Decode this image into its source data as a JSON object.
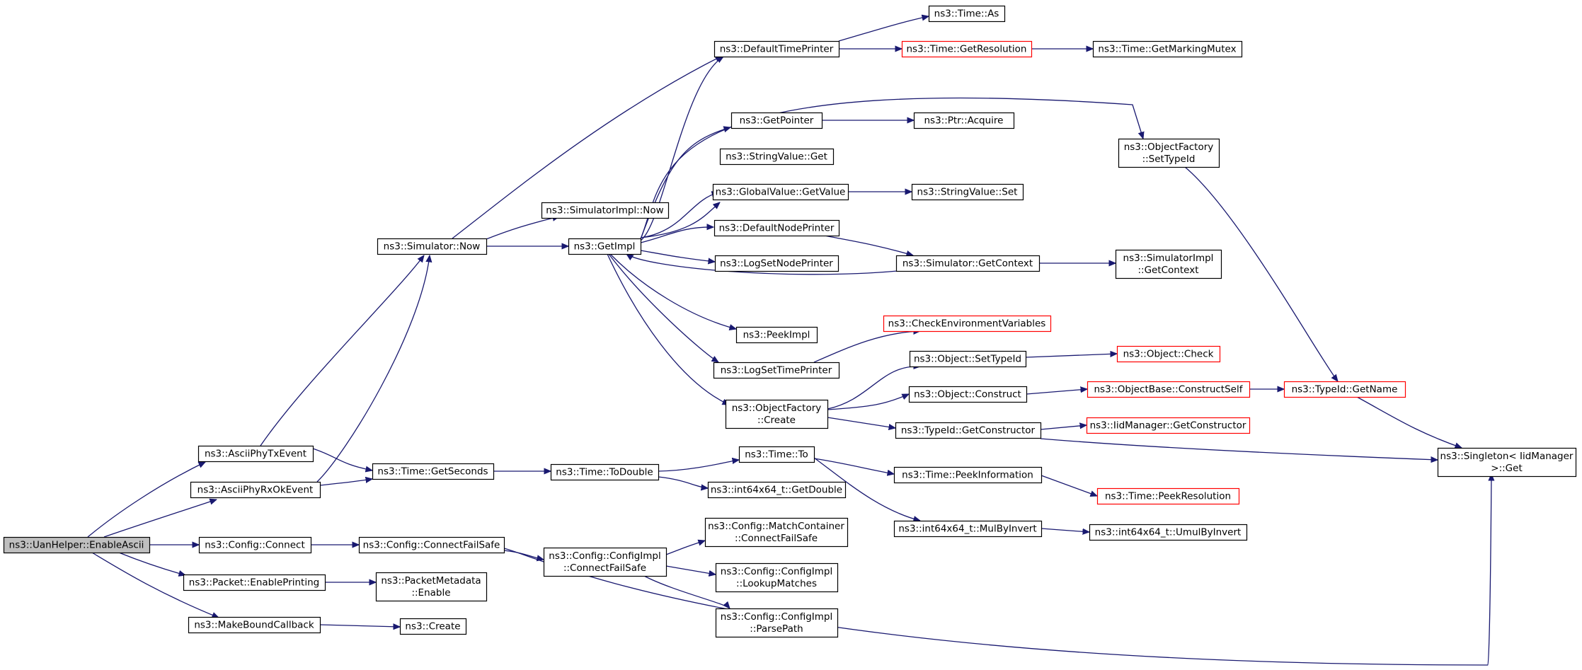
{
  "colors": {
    "edge": "#191970",
    "node_border": "#000000",
    "truncated_border": "#ff0000",
    "root_fill": "#bfbfbf",
    "node_fill": "#ffffff",
    "background": "#ffffff"
  },
  "nodes": [
    {
      "id": "enableascii",
      "lines": [
        "ns3::UanHelper::EnableAscii"
      ],
      "style": "root"
    },
    {
      "id": "asciiphytx",
      "lines": [
        "ns3::AsciiPhyTxEvent"
      ],
      "style": "normal"
    },
    {
      "id": "asciiphyrx",
      "lines": [
        "ns3::AsciiPhyRxOkEvent"
      ],
      "style": "normal"
    },
    {
      "id": "configconnect",
      "lines": [
        "ns3::Config::Connect"
      ],
      "style": "normal"
    },
    {
      "id": "packetenable",
      "lines": [
        "ns3::Packet::EnablePrinting"
      ],
      "style": "normal"
    },
    {
      "id": "makebound",
      "lines": [
        "ns3::MakeBoundCallback"
      ],
      "style": "normal"
    },
    {
      "id": "simnow",
      "lines": [
        "ns3::Simulator::Now"
      ],
      "style": "normal"
    },
    {
      "id": "timegetseconds",
      "lines": [
        "ns3::Time::GetSeconds"
      ],
      "style": "normal"
    },
    {
      "id": "connectfailsafe",
      "lines": [
        "ns3::Config::ConnectFailSafe"
      ],
      "style": "normal"
    },
    {
      "id": "pktmetaenable",
      "lines": [
        "ns3::PacketMetadata",
        "::Enable"
      ],
      "style": "normal"
    },
    {
      "id": "create",
      "lines": [
        "ns3::Create"
      ],
      "style": "normal"
    },
    {
      "id": "simimplnow",
      "lines": [
        "ns3::SimulatorImpl::Now"
      ],
      "style": "normal"
    },
    {
      "id": "getimpl",
      "lines": [
        "ns3::GetImpl"
      ],
      "style": "normal"
    },
    {
      "id": "todouble",
      "lines": [
        "ns3::Time::ToDouble"
      ],
      "style": "normal"
    },
    {
      "id": "cfgimplconnect",
      "lines": [
        "ns3::Config::ConfigImpl",
        "::ConnectFailSafe"
      ],
      "style": "normal"
    },
    {
      "id": "defaulttimeprinter",
      "lines": [
        "ns3::DefaultTimePrinter"
      ],
      "style": "normal"
    },
    {
      "id": "getpointer",
      "lines": [
        "ns3::GetPointer"
      ],
      "style": "normal"
    },
    {
      "id": "stringvalueget",
      "lines": [
        "ns3::StringValue::Get"
      ],
      "style": "normal"
    },
    {
      "id": "globalvalue",
      "lines": [
        "ns3::GlobalValue::GetValue"
      ],
      "style": "normal"
    },
    {
      "id": "defaultnodeprinter",
      "lines": [
        "ns3::DefaultNodePrinter"
      ],
      "style": "normal"
    },
    {
      "id": "logsetnodeprinter",
      "lines": [
        "ns3::LogSetNodePrinter"
      ],
      "style": "normal"
    },
    {
      "id": "peekimpl",
      "lines": [
        "ns3::PeekImpl"
      ],
      "style": "normal"
    },
    {
      "id": "logsettimeprinter",
      "lines": [
        "ns3::LogSetTimePrinter"
      ],
      "style": "normal"
    },
    {
      "id": "objfactcreate",
      "lines": [
        "ns3::ObjectFactory",
        "::Create"
      ],
      "style": "normal"
    },
    {
      "id": "timeto",
      "lines": [
        "ns3::Time::To"
      ],
      "style": "normal"
    },
    {
      "id": "int64getdouble",
      "lines": [
        "ns3::int64x64_t::GetDouble"
      ],
      "style": "normal"
    },
    {
      "id": "matchcontainer",
      "lines": [
        "ns3::Config::MatchContainer",
        "::ConnectFailSafe"
      ],
      "style": "normal"
    },
    {
      "id": "lookupmatches",
      "lines": [
        "ns3::Config::ConfigImpl",
        "::LookupMatches"
      ],
      "style": "normal"
    },
    {
      "id": "parsepath",
      "lines": [
        "ns3::Config::ConfigImpl",
        "::ParsePath"
      ],
      "style": "normal"
    },
    {
      "id": "timeas",
      "lines": [
        "ns3::Time::As"
      ],
      "style": "normal"
    },
    {
      "id": "timegetres",
      "lines": [
        "ns3::Time::GetResolution"
      ],
      "style": "truncated"
    },
    {
      "id": "ptracquire",
      "lines": [
        "ns3::Ptr::Acquire"
      ],
      "style": "normal"
    },
    {
      "id": "stringvalueset",
      "lines": [
        "ns3::StringValue::Set"
      ],
      "style": "normal"
    },
    {
      "id": "simgetcontext",
      "lines": [
        "ns3::Simulator::GetContext"
      ],
      "style": "normal"
    },
    {
      "id": "checkenv",
      "lines": [
        "ns3::CheckEnvironmentVariables"
      ],
      "style": "truncated"
    },
    {
      "id": "objsettypeid",
      "lines": [
        "ns3::Object::SetTypeId"
      ],
      "style": "normal"
    },
    {
      "id": "objconstruct",
      "lines": [
        "ns3::Object::Construct"
      ],
      "style": "normal"
    },
    {
      "id": "typeidgetctor",
      "lines": [
        "ns3::TypeId::GetConstructor"
      ],
      "style": "normal"
    },
    {
      "id": "peekinfo",
      "lines": [
        "ns3::Time::PeekInformation"
      ],
      "style": "normal"
    },
    {
      "id": "mulbyinvert",
      "lines": [
        "ns3::int64x64_t::MulByInvert"
      ],
      "style": "normal"
    },
    {
      "id": "getmarkingmutex",
      "lines": [
        "ns3::Time::GetMarkingMutex"
      ],
      "style": "normal"
    },
    {
      "id": "objfactsettypeid",
      "lines": [
        "ns3::ObjectFactory",
        "::SetTypeId"
      ],
      "style": "normal"
    },
    {
      "id": "simimplgetcontext",
      "lines": [
        "ns3::SimulatorImpl",
        "::GetContext"
      ],
      "style": "normal"
    },
    {
      "id": "objectcheck",
      "lines": [
        "ns3::Object::Check"
      ],
      "style": "truncated"
    },
    {
      "id": "constructself",
      "lines": [
        "ns3::ObjectBase::ConstructSelf"
      ],
      "style": "truncated"
    },
    {
      "id": "iidgetctor",
      "lines": [
        "ns3::IidManager::GetConstructor"
      ],
      "style": "truncated"
    },
    {
      "id": "peekres",
      "lines": [
        "ns3::Time::PeekResolution"
      ],
      "style": "truncated"
    },
    {
      "id": "umulbyinvert",
      "lines": [
        "ns3::int64x64_t::UmulByInvert"
      ],
      "style": "normal"
    },
    {
      "id": "typeidgetname",
      "lines": [
        "ns3::TypeId::GetName"
      ],
      "style": "truncated"
    },
    {
      "id": "singletonget",
      "lines": [
        "ns3::Singleton< IidManager",
        " >::Get"
      ],
      "style": "normal"
    }
  ]
}
